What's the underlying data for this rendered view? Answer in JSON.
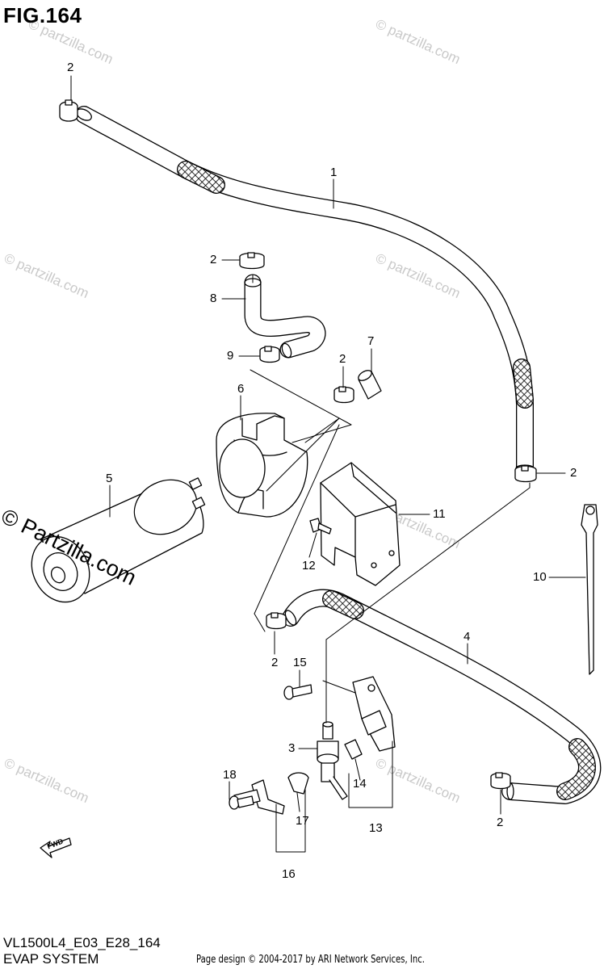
{
  "figure": {
    "title": "FIG.164",
    "model_code": "VL1500L4_E03_E28_164",
    "system_name": "EVAP SYSTEM",
    "credit": "Page design © 2004-2017 by ARI Network Services, Inc.",
    "watermark_main": "© Partzilla.com",
    "watermark_faint": "© partzilla.com",
    "fwd_label": "FWD"
  },
  "callouts": {
    "c1": "1",
    "c2a": "2",
    "c2b": "2",
    "c2c": "2",
    "c2d": "2",
    "c2e": "2",
    "c2f": "2",
    "c3": "3",
    "c4": "4",
    "c5": "5",
    "c6": "6",
    "c7": "7",
    "c8": "8",
    "c9": "9",
    "c10": "10",
    "c11": "11",
    "c12": "12",
    "c13": "13",
    "c14": "14",
    "c15": "15",
    "c16": "16",
    "c17": "17",
    "c18": "18"
  }
}
